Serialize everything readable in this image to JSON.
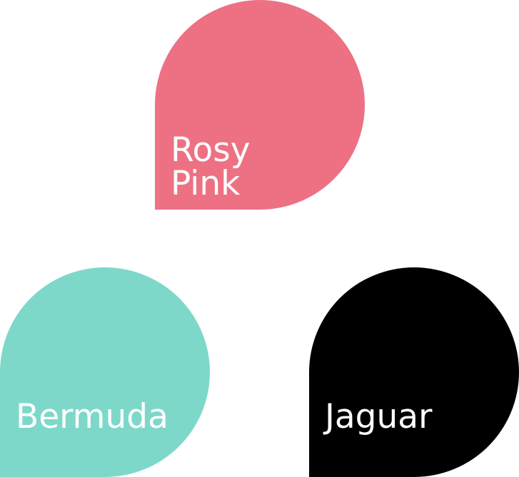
{
  "swatches": [
    {
      "id": "rosy",
      "name_lines": [
        "Rosy",
        "Pink"
      ],
      "color": "#ED7183"
    },
    {
      "id": "bermuda",
      "name_lines": [
        "Bermuda"
      ],
      "color": "#7DD8CA"
    },
    {
      "id": "jaguar",
      "name_lines": [
        "Jaguar"
      ],
      "color": "#000000"
    }
  ]
}
